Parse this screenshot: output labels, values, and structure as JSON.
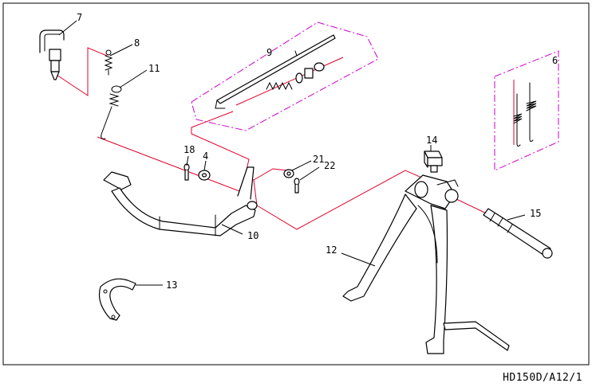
{
  "diagram_code": "HD150D/A12/1",
  "callouts": {
    "c7": "7",
    "c8": "8",
    "c9": "9",
    "c11": "11",
    "c6": "6",
    "c18": "18",
    "c4": "4",
    "c21": "21",
    "c22": "22",
    "c14": "14",
    "c15": "15",
    "c12": "12",
    "c10": "10",
    "c13": "13"
  },
  "colors": {
    "route_line": "#e0002a",
    "group_outline": "#cc00cc",
    "line_art": "#000000"
  }
}
